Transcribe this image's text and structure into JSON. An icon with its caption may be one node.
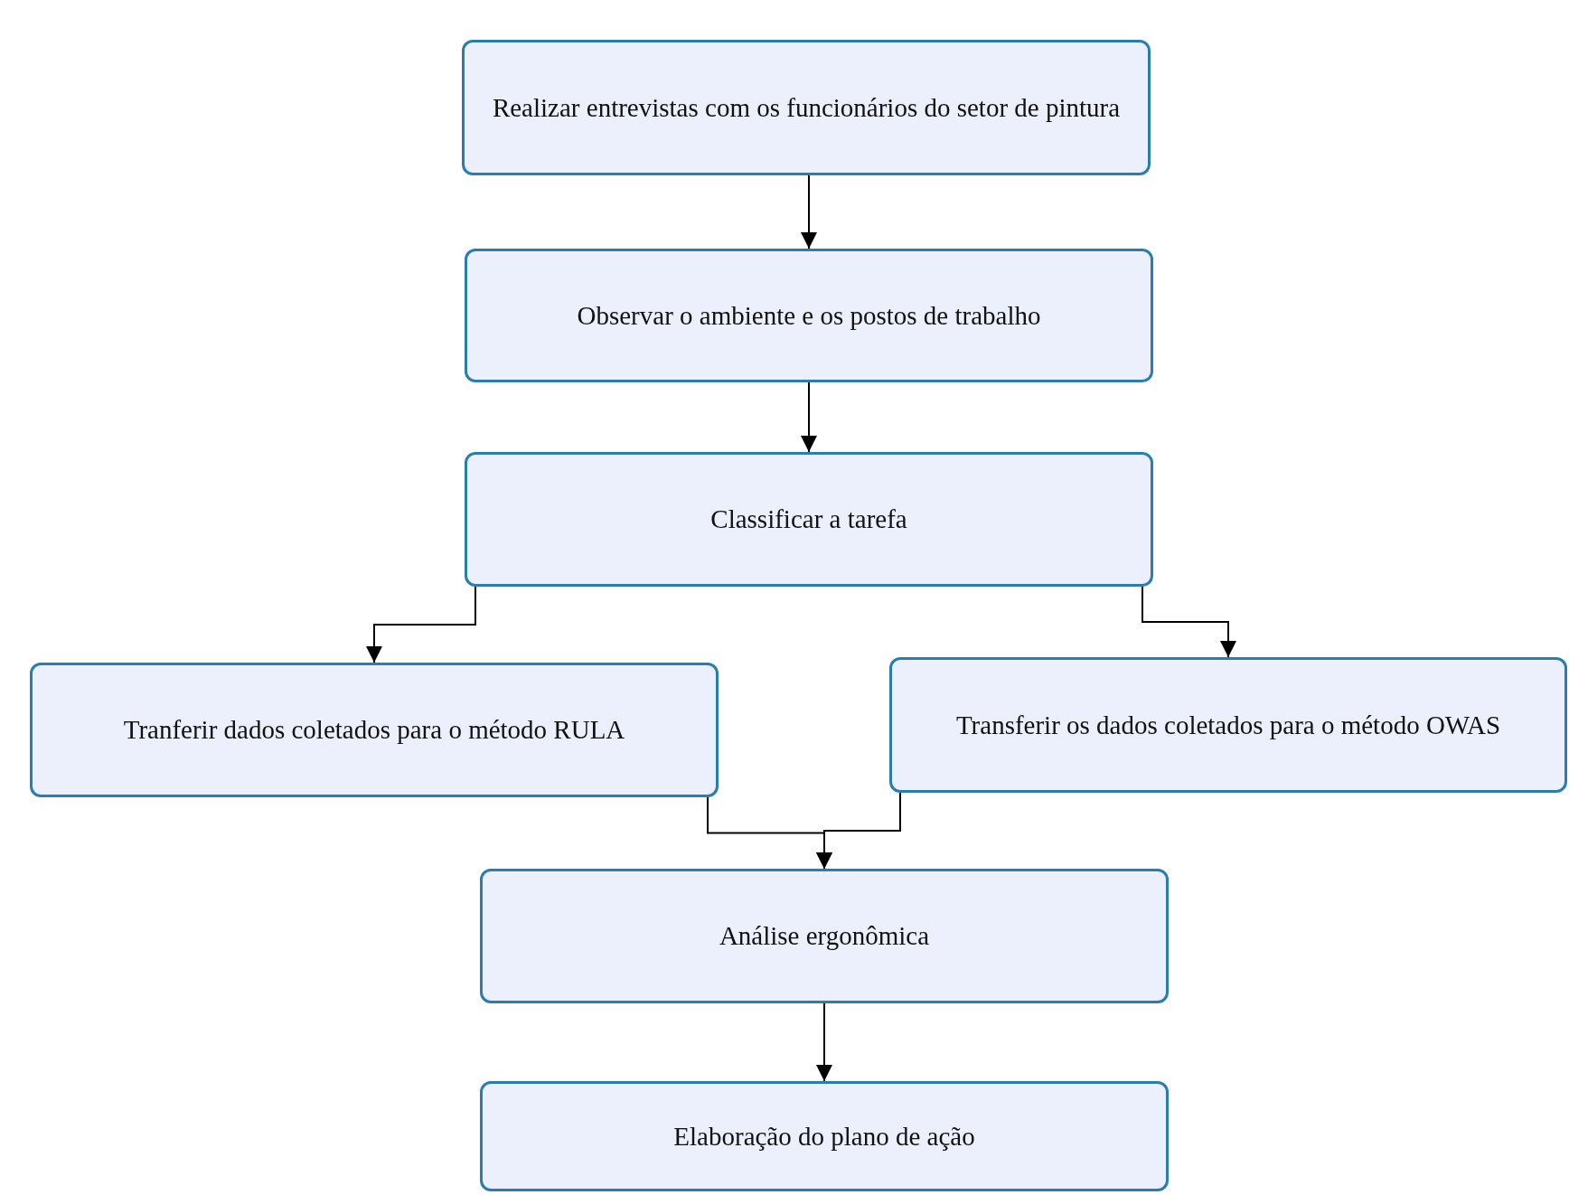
{
  "diagram": {
    "nodes": [
      {
        "text": [
          "Realizar entrevistas com os funcionários do setor de pintura"
        ]
      },
      {
        "text": [
          "Observar o ambiente e os postos de trabalho"
        ]
      },
      {
        "text": [
          "Classificar a tarefa"
        ]
      },
      {
        "text": [
          "Tranferir dados coletados para o método RULA"
        ]
      },
      {
        "text": [
          "Transferir os dados coletados para o método OWAS"
        ]
      },
      {
        "text": [
          "Análise ergonômica"
        ]
      },
      {
        "text": [
          "Elaboração do plano de ação"
        ]
      }
    ],
    "edges": [
      {
        "from": 0,
        "to": 1,
        "arrow": "to"
      },
      {
        "from": 1,
        "to": 2,
        "arrow": "to"
      },
      {
        "from": 2,
        "to": 3,
        "arrow": "to"
      },
      {
        "from": 2,
        "to": 4,
        "arrow": "to"
      },
      {
        "from": 3,
        "to": 5,
        "arrow": "to"
      },
      {
        "from": 4,
        "to": 5,
        "arrow": "to"
      },
      {
        "from": 5,
        "to": 6,
        "arrow": "to"
      }
    ]
  }
}
